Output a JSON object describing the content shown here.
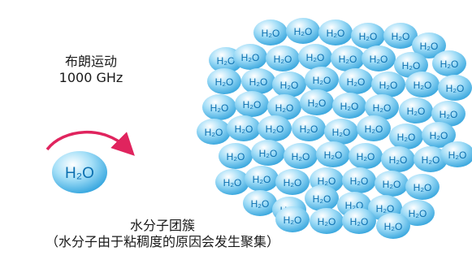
{
  "brownian": {
    "title": "布朗运动",
    "frequency": "1000 GHz"
  },
  "molecule": {
    "label": "H₂O"
  },
  "cluster": {
    "title": "水分子团簇",
    "subtitle": "（水分子由于粘稠度的原因会发生聚集）",
    "bead_label": "H₂O"
  },
  "colors": {
    "arrow": "#e0245e",
    "bead_light": "#ffffff",
    "bead_mid": "#8fd6f5",
    "bead_dark": "#2aa0dc",
    "bead_text": "#0b6fb0"
  }
}
